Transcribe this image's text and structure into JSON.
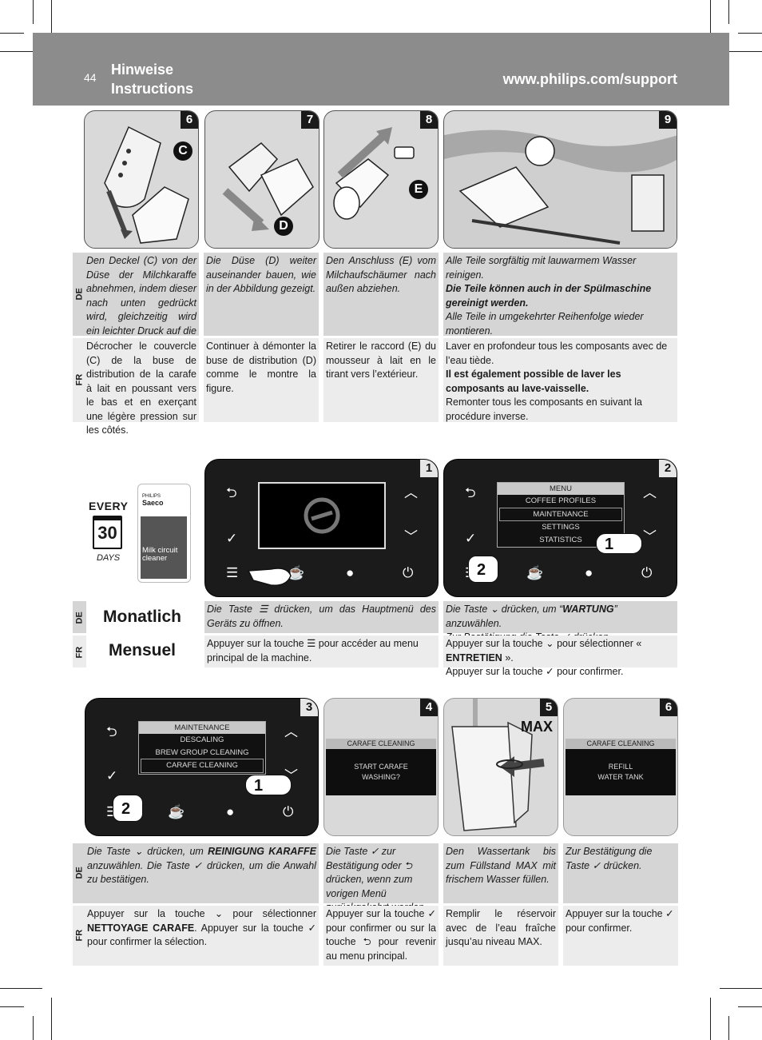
{
  "header": {
    "page_number": "44",
    "title_line1": "Hinweise",
    "title_line2": "Instructions",
    "url": "www.philips.com/support"
  },
  "langs": {
    "de": "DE",
    "fr": "FR"
  },
  "top": {
    "steps": [
      "6",
      "7",
      "8",
      "9"
    ],
    "callouts": {
      "c": "C",
      "d": "D",
      "e": "E"
    },
    "de": [
      "Den Deckel (C) von der Düse der Milchkaraffe abnehmen, indem dieser nach unten gedrückt wird, gleichzeitig wird ein leichter Druck auf die Seiten ausgeübt.",
      "Die Düse (D) weiter auseinander bauen, wie in der Abbildung gezeigt.",
      "Den Anschluss (E) vom Milchaufschäumer nach außen abziehen."
    ],
    "de_9": {
      "line1": "Alle Teile sorgfältig mit lauwarmem Wasser reinigen.",
      "line2": "Die Teile können auch in der Spülmaschine gereinigt werden.",
      "line3": "Alle Teile in umgekehrter Reihenfolge wieder montieren."
    },
    "fr": [
      "Décrocher le couvercle (C) de la buse de distribution de la carafe à lait en poussant vers le bas et en exerçant une légère pression sur les côtés.",
      "Continuer à démonter la buse de distribution (D) comme le montre la figure.",
      "Retirer le raccord (E) du mousseur à lait en le tirant vers l’extérieur."
    ],
    "fr_9": {
      "line1": "Laver en profondeur tous les composants avec de l’eau tiède.",
      "line2": "Il est également possible de laver les composants au lave-vaisselle.",
      "line3": "Remonter tous les composants en suivant la procédure inverse."
    }
  },
  "middle": {
    "every": "EVERY",
    "calendar_number": "30",
    "days": "DAYS",
    "box_brand": "PHILIPS",
    "box_logo": "Saeco",
    "box_label_line1": "Milk circuit",
    "box_label_line2": "cleaner",
    "steps": [
      "1",
      "2"
    ],
    "menu": {
      "title": "MENU",
      "items": [
        "COFFEE PROFILES",
        "MAINTENANCE",
        "SETTINGS",
        "STATISTICS"
      ]
    },
    "hand_nums": {
      "a": "1",
      "b": "2"
    },
    "frequency_de": "Monatlich",
    "frequency_fr": "Mensuel",
    "s1_de_a": "Die Taste",
    "s1_de_b": "drücken, um das Hauptmenü des Geräts zu öffnen.",
    "s2_de_a": "Die Taste",
    "s2_de_b": "drücken, um “",
    "s2_de_bold": "WARTUNG",
    "s2_de_c": "” anzuwählen.",
    "s2_de_d": "Zur Bestätigung die Taste",
    "s2_de_e": "drücken.",
    "s1_fr_a": "Appuyer sur la touche",
    "s1_fr_b": "pour accéder au menu principal de la machine.",
    "s2_fr_a": "Appuyer sur la touche",
    "s2_fr_b": "pour sélectionner « ",
    "s2_fr_bold": "ENTRETIEN",
    "s2_fr_c": " ».",
    "s2_fr_d": "Appuyer sur la touche",
    "s2_fr_e": "pour confirmer."
  },
  "bottom": {
    "steps": [
      "3",
      "4",
      "5",
      "6"
    ],
    "menu": {
      "title": "MAINTENANCE",
      "items": [
        "DESCALING",
        "BREW GROUP CLEANING",
        "CARAFE CLEANING"
      ]
    },
    "hand_nums": {
      "a": "1",
      "b": "2"
    },
    "disp4": {
      "bar": "CARAFE CLEANING",
      "line1": "START CARAFE",
      "line2": "WASHING?"
    },
    "max_label": "MAX",
    "disp6": {
      "bar": "CARAFE CLEANING",
      "line1": "REFILL",
      "line2": "WATER TANK"
    },
    "s3_de_a": "Die Taste",
    "s3_de_b": "drücken, um",
    "s3_de_bold": "REINIGUNG KARAFFE",
    "s3_de_c": "anzuwählen. Die Taste",
    "s3_de_d": "drücken, um die Anwahl zu bestätigen.",
    "s4_de_a": "Die Taste",
    "s4_de_b": "zur Bestätigung oder",
    "s4_de_c": "drücken, wenn zum vorigen Menü zurückgekehrt werden soll.",
    "s5_de": "Den Wassertank bis zum Füllstand MAX mit frischem Wasser füllen.",
    "s6_de_a": "Zur Bestätigung die Taste",
    "s6_de_b": "drücken.",
    "s3_fr_a": "Appuyer sur la touche",
    "s3_fr_b": "pour sélectionner",
    "s3_fr_bold": "NETTOYAGE CARAFE",
    "s3_fr_c": ". Appuyer sur la touche",
    "s3_fr_d": "pour confirmer la sélection.",
    "s4_fr_a": "Appuyer sur la touche",
    "s4_fr_b": "pour confirmer ou sur la touche",
    "s4_fr_c": "pour revenir au menu principal.",
    "s5_fr": "Remplir le réservoir avec de l’eau fraîche jusqu’au niveau MAX.",
    "s6_fr_a": "Appuyer sur la touche",
    "s6_fr_b": "pour confirmer."
  }
}
